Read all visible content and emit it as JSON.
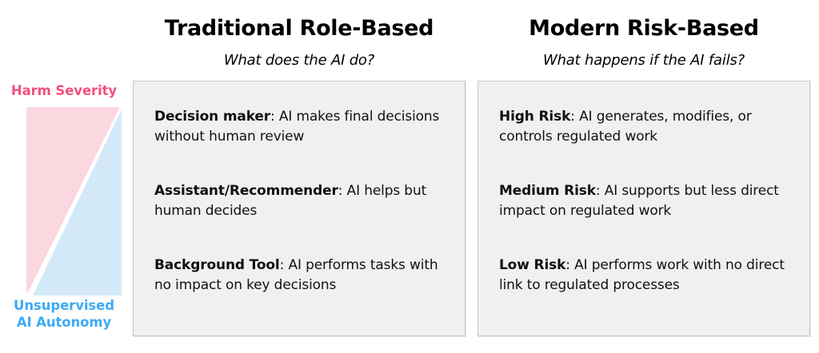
{
  "axis": {
    "top_label": "Harm Severity",
    "bottom_label": "Unsupervised\nAI Autonomy",
    "bottom_label_line1": "Unsupervised",
    "bottom_label_line2": "AI Autonomy",
    "top_color": "#f4507b",
    "bottom_color": "#3fa9f5",
    "harm_fill": "#fbd7e0",
    "autonomy_fill": "#d4e9f8"
  },
  "columns": [
    {
      "id": "traditional",
      "title": "Traditional Role-Based",
      "subtitle": "What does the AI do?",
      "items": [
        {
          "term": "Decision maker",
          "separator": ": ",
          "description": "AI makes final decisions without human review"
        },
        {
          "term": "Assistant/Recommender",
          "separator": ": ",
          "description": "AI helps but human decides"
        },
        {
          "term": "Background Tool",
          "separator": ": ",
          "description": "AI performs tasks with no impact on key decisions"
        }
      ]
    },
    {
      "id": "modern",
      "title": "Modern Risk-Based",
      "subtitle": "What happens if the AI fails?",
      "items": [
        {
          "term": "High Risk",
          "separator": ": ",
          "description": "AI generates, modifies, or controls regulated work"
        },
        {
          "term": "Medium Risk",
          "separator": ": ",
          "description": "AI supports but less direct impact on regulated work"
        },
        {
          "term": "Low Risk",
          "separator": ": ",
          "description": "AI performs work with no direct link to regulated processes"
        }
      ]
    }
  ],
  "theme": {
    "panel_background": "#f0f0f0",
    "panel_border": "#c9c9c9",
    "page_background": "#ffffff",
    "text_color": "#111111"
  }
}
